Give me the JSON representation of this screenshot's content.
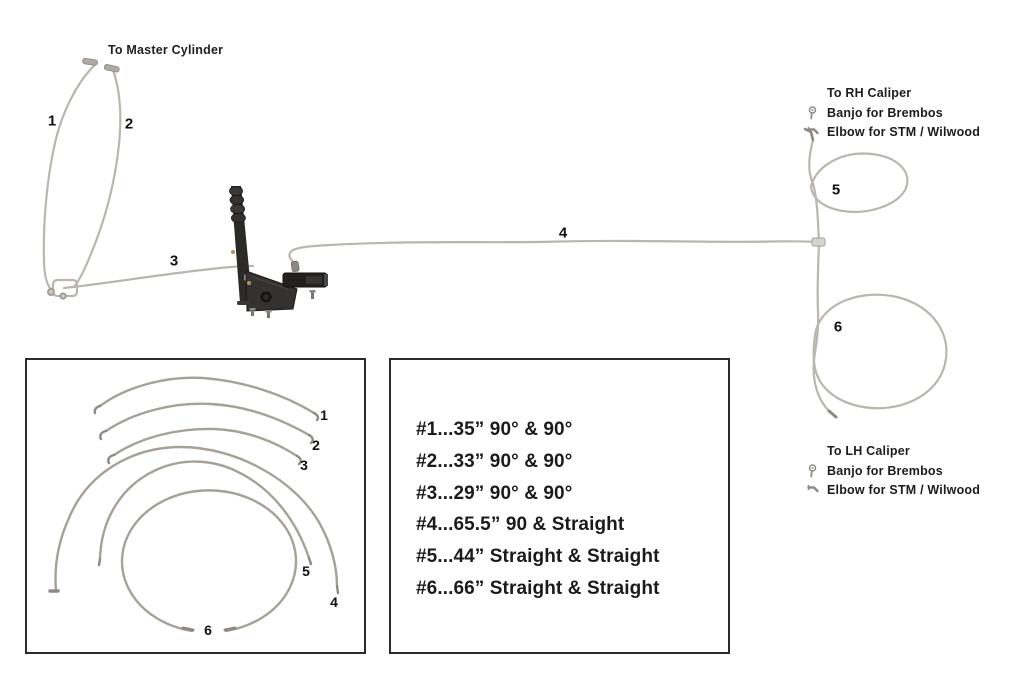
{
  "diagram": {
    "master_cylinder_label": "To Master Cylinder",
    "markers": [
      "1",
      "2",
      "3",
      "4",
      "5",
      "6"
    ],
    "rh_caliper": {
      "title": "To RH Caliper",
      "banjo_note": "Banjo for Brembos",
      "elbow_note": "Elbow for STM / Wilwood"
    },
    "lh_caliper": {
      "title": "To LH Caliper",
      "banjo_note": "Banjo for Brembos",
      "elbow_note": "Elbow for STM / Wilwood"
    }
  },
  "parts_box": {
    "markers": [
      "1",
      "2",
      "3",
      "4",
      "5",
      "6"
    ]
  },
  "legend": {
    "items": [
      "#1...35” 90° & 90°",
      "#2...33” 90° & 90°",
      "#3...29” 90° & 90°",
      "#4...65.5” 90 & Straight",
      "#5...44” Straight & Straight",
      "#6...66” Straight & Straight"
    ]
  },
  "colors": {
    "line": "#b9b6af",
    "line_dark": "#8d8a83",
    "parts_line": "#a5a199",
    "text": "#1c1c1c",
    "box_border": "#2b2b2b",
    "lever": "#2c2a27"
  }
}
